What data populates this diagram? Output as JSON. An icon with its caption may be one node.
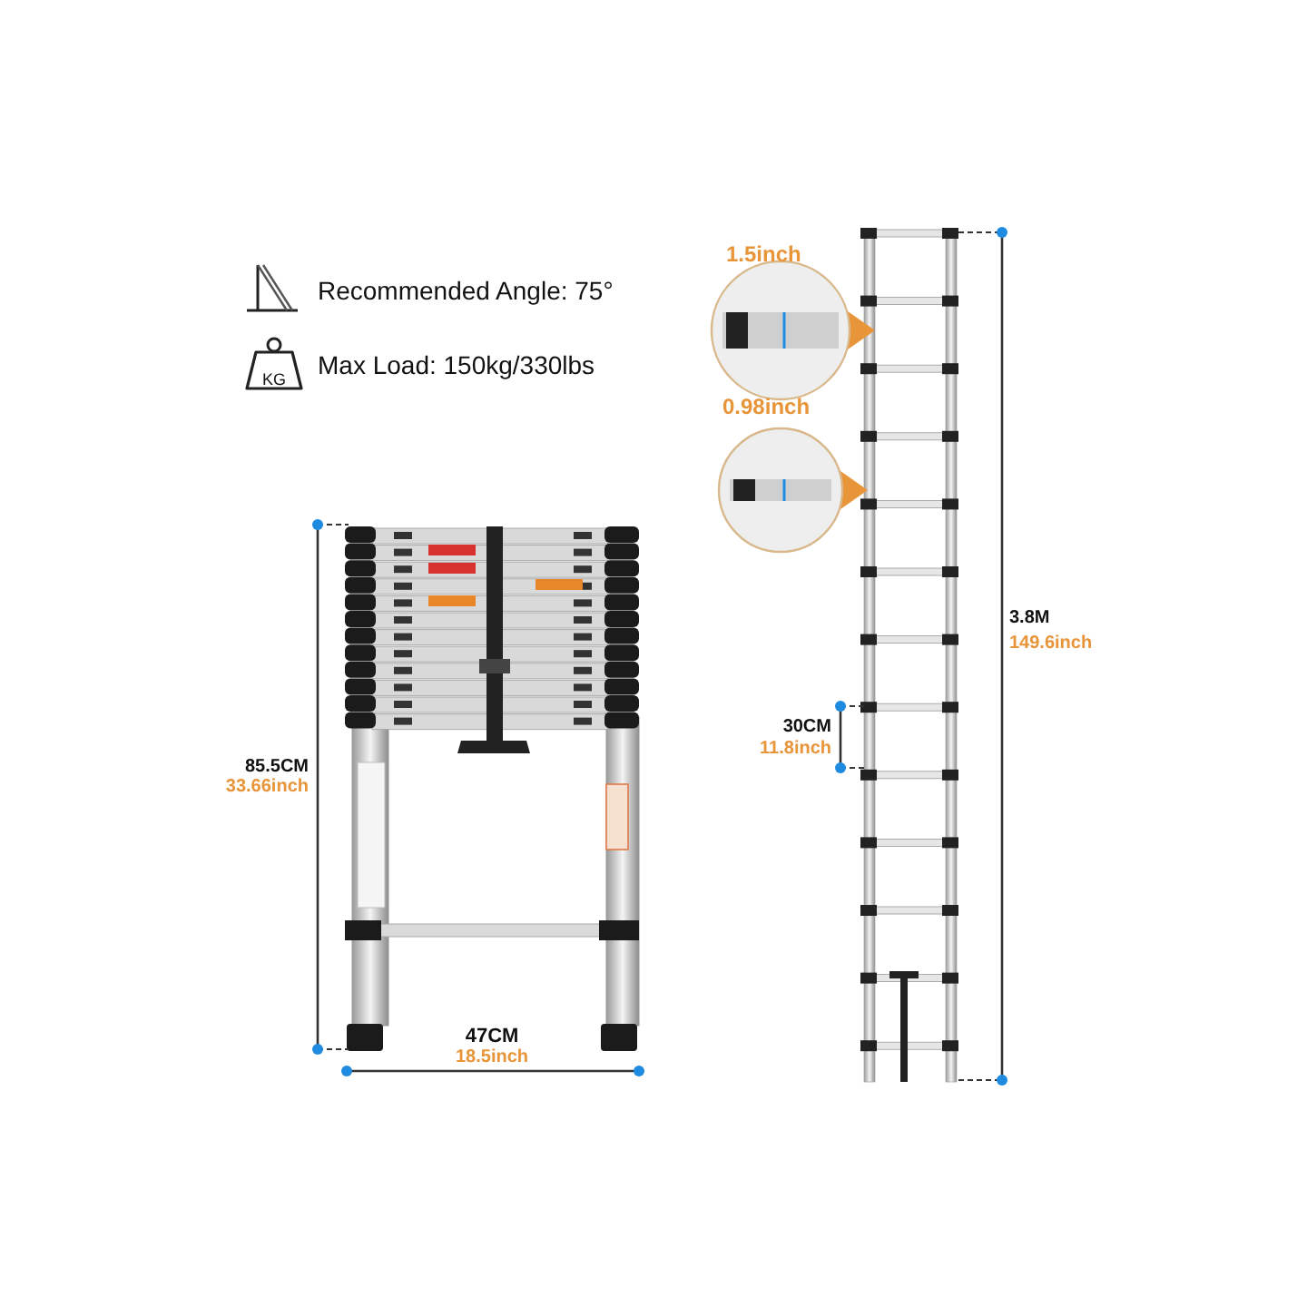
{
  "diagram": {
    "labels": [
      "1.5inch",
      "Recommended Angle: 75°",
      "KG",
      "Max Load: 150kg/330lbs",
      "0.98inch",
      "3.8M",
      "149.6inch",
      "85.5CM",
      "33.66inch",
      "30CM",
      "11.8inch",
      "47CM",
      "18.5inch"
    ]
  }
}
